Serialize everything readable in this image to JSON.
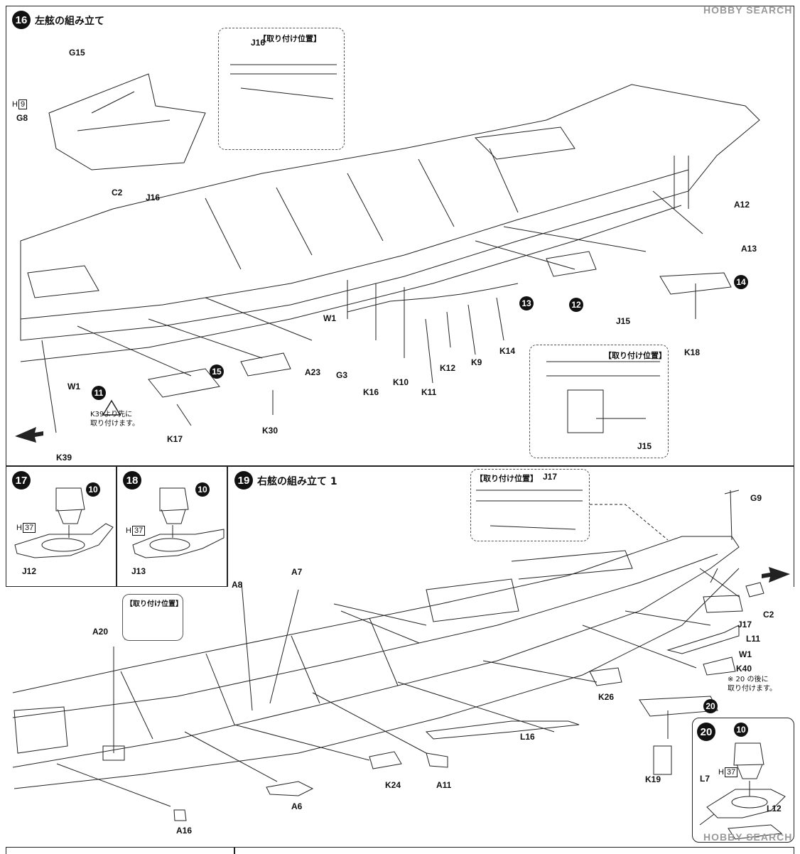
{
  "steps": {
    "s16": {
      "num": "16",
      "title": "左舷の組み立て"
    },
    "s17": {
      "num": "17"
    },
    "s18": {
      "num": "18"
    },
    "s19": {
      "num": "19",
      "title": "右舷の組み立て 1"
    },
    "s20": {
      "num": "20"
    }
  },
  "inset_title": "【取り付け位置】",
  "notes": {
    "k39": "K39より先に\n取り付けます。",
    "k40": "※ 20 の後に\n取り付けます。"
  },
  "subs": {
    "n10": "10",
    "n11": "11",
    "n12": "12",
    "n13": "13",
    "n14": "14",
    "n15": "15",
    "n20": "20"
  },
  "h_refs": {
    "h9_letter": "H",
    "h9_num": "9",
    "h37_letter": "H",
    "h37_num": "37"
  },
  "labels": {
    "G15": "G15",
    "G8": "G8",
    "C2": "C2",
    "J16": "J16",
    "A12": "A12",
    "A13": "A13",
    "J15": "J15",
    "K18": "K18",
    "W1": "W1",
    "G3": "G3",
    "A23": "A23",
    "K16": "K16",
    "K10": "K10",
    "K11": "K11",
    "K12": "K12",
    "K9": "K9",
    "K14": "K14",
    "K17": "K17",
    "K30": "K30",
    "K39": "K39",
    "J12": "J12",
    "J13": "J13",
    "G9": "G9",
    "J17": "J17",
    "L11": "L11",
    "K40": "K40",
    "A8": "A8",
    "A7": "A7",
    "A20": "A20",
    "K26": "K26",
    "L16": "L16",
    "K24": "K24",
    "A11": "A11",
    "A6": "A6",
    "A16": "A16",
    "K19": "K19",
    "L7": "L7",
    "L12": "L12"
  },
  "watermark": "HOBBY SEARCH",
  "colors": {
    "ink": "#111111",
    "panel_border": "#222222",
    "watermark": "#999999"
  }
}
